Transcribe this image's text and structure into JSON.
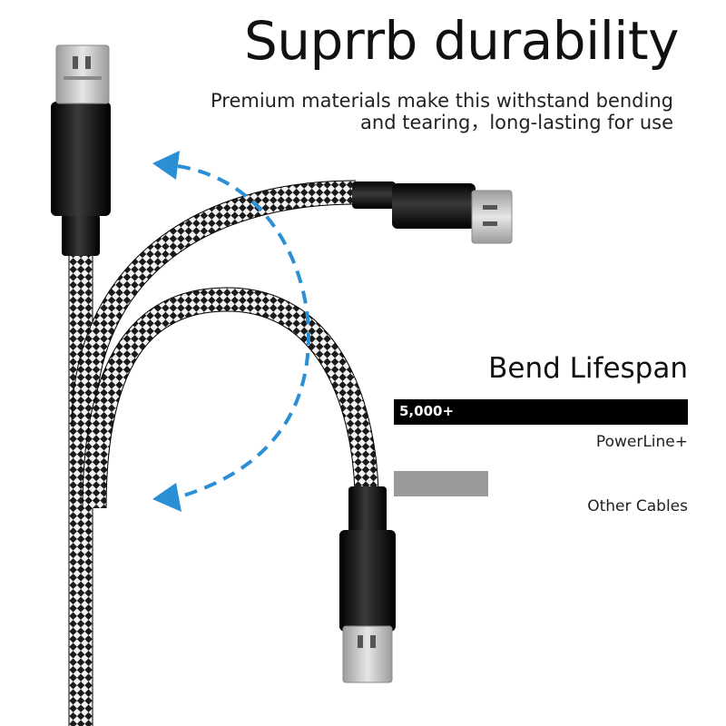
{
  "headline": "Suprrb durability",
  "subline": {
    "line1": "Premium materials make this withstand bending",
    "line2": "and tearing，long-lasting for use"
  },
  "lifespan": {
    "title": "Bend Lifespan",
    "bars": [
      {
        "label": "PowerLine+",
        "value_text": "5,000+",
        "fill_fraction": 1.0,
        "color": "#000000"
      },
      {
        "label": "Other Cables",
        "value_text": "",
        "fill_fraction": 0.32,
        "color": "#9a9a9a"
      }
    ]
  },
  "colors": {
    "background": "#ffffff",
    "arrow": "#2a8fd4",
    "cable_dark": "#1a1a1a",
    "cable_light": "#f2f2f2",
    "connector": "#0e0e0e",
    "plug_metal": "#c9c9c9"
  },
  "icons": [
    "bend-arrow-up-icon",
    "bend-arrow-down-icon"
  ]
}
